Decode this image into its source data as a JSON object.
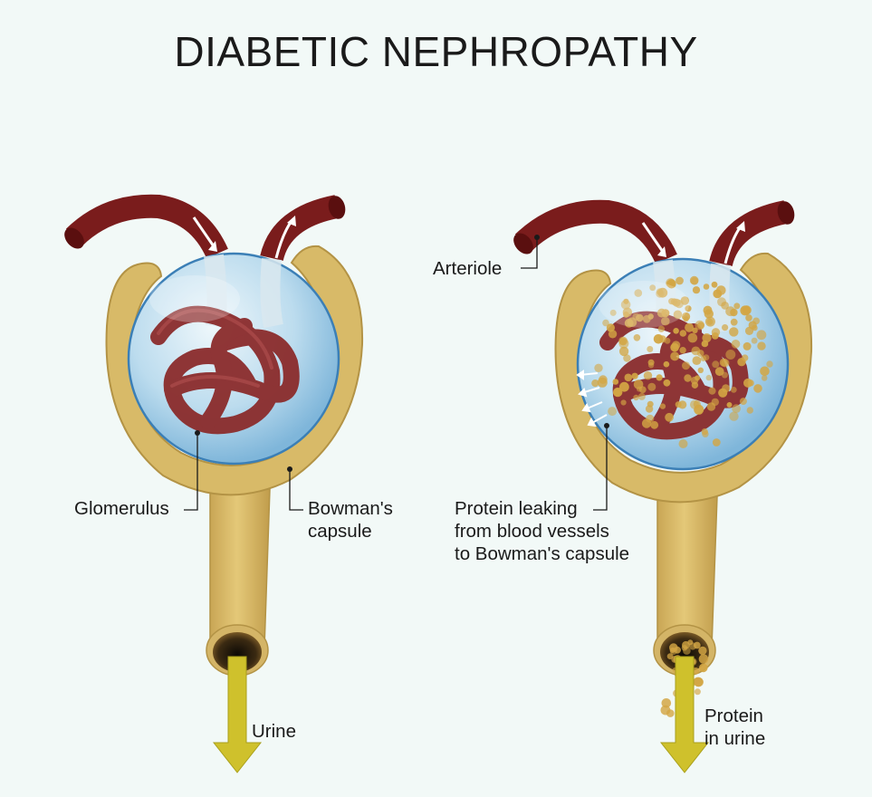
{
  "title": "DIABETIC NEPHROPATHY",
  "labels": {
    "glomerulus": "Glomerulus",
    "bowmans_line1": "Bowman's",
    "bowmans_line2": "capsule",
    "urine": "Urine",
    "arteriole": "Arteriole",
    "leak_line1": "Protein leaking",
    "leak_line2": "from blood vessels",
    "leak_line3": "to Bowman's capsule",
    "protein_line1": "Protein",
    "protein_line2": "in urine"
  },
  "colors": {
    "background": "#f2f9f7",
    "capsule": "#d8ba68",
    "capsule_outline": "#b39345",
    "vessel": "#7a1c1c",
    "sphere": "#b9dcee",
    "sphere_rim": "#3b7fb6",
    "protein": "#d3a644",
    "urine_arrow": "#cfc12c"
  }
}
